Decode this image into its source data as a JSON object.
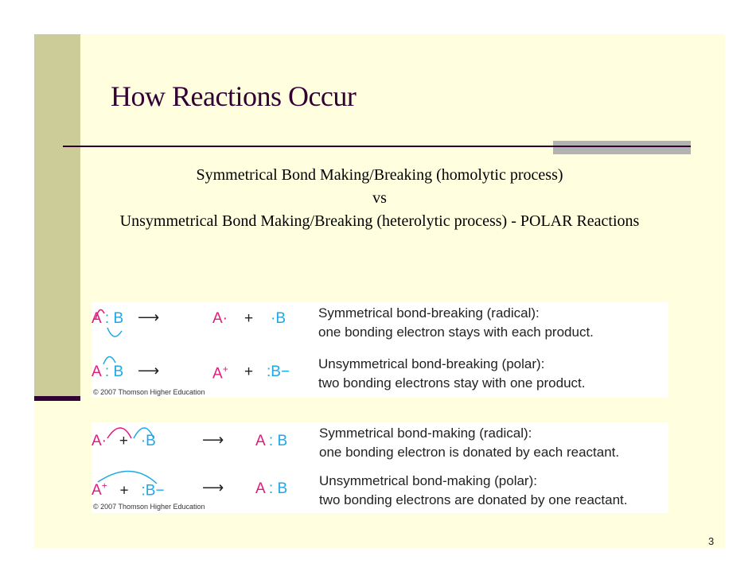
{
  "title": "How Reactions Occur",
  "subtitle": {
    "line1": "Symmetrical Bond Making/Breaking (homolytic process)",
    "line2": "vs",
    "line3": "Unsymmetrical Bond Making/Breaking (heterolytic process) - POLAR Reactions"
  },
  "figure1": {
    "rows": [
      {
        "reactant": "A : B",
        "products": [
          "A·",
          "+",
          "·B"
        ],
        "desc1": "Symmetrical bond-breaking (radical):",
        "desc2": "one bonding electron stays with each product."
      },
      {
        "reactant": "A : B",
        "products": [
          "A+",
          "+",
          ":B−"
        ],
        "desc1": "Unsymmetrical bond-breaking (polar):",
        "desc2": "two bonding electrons stay with one product."
      }
    ],
    "copyright": "© 2007 Thomson Higher Education"
  },
  "figure2": {
    "rows": [
      {
        "reactants": [
          "A·",
          "+",
          "·B"
        ],
        "product": "A : B",
        "desc1": "Symmetrical bond-making (radical):",
        "desc2": "one bonding electron is donated by each reactant."
      },
      {
        "reactants": [
          "A+",
          "+",
          ":B−"
        ],
        "product": "A : B",
        "desc1": "Unsymmetrical bond-making (polar):",
        "desc2": "two bonding electrons are donated by one reactant."
      }
    ],
    "copyright": "© 2007 Thomson Higher Education"
  },
  "page_number": "3",
  "colors": {
    "pink": "#e3197b",
    "cyan": "#1ea8e6",
    "title": "#330033"
  }
}
